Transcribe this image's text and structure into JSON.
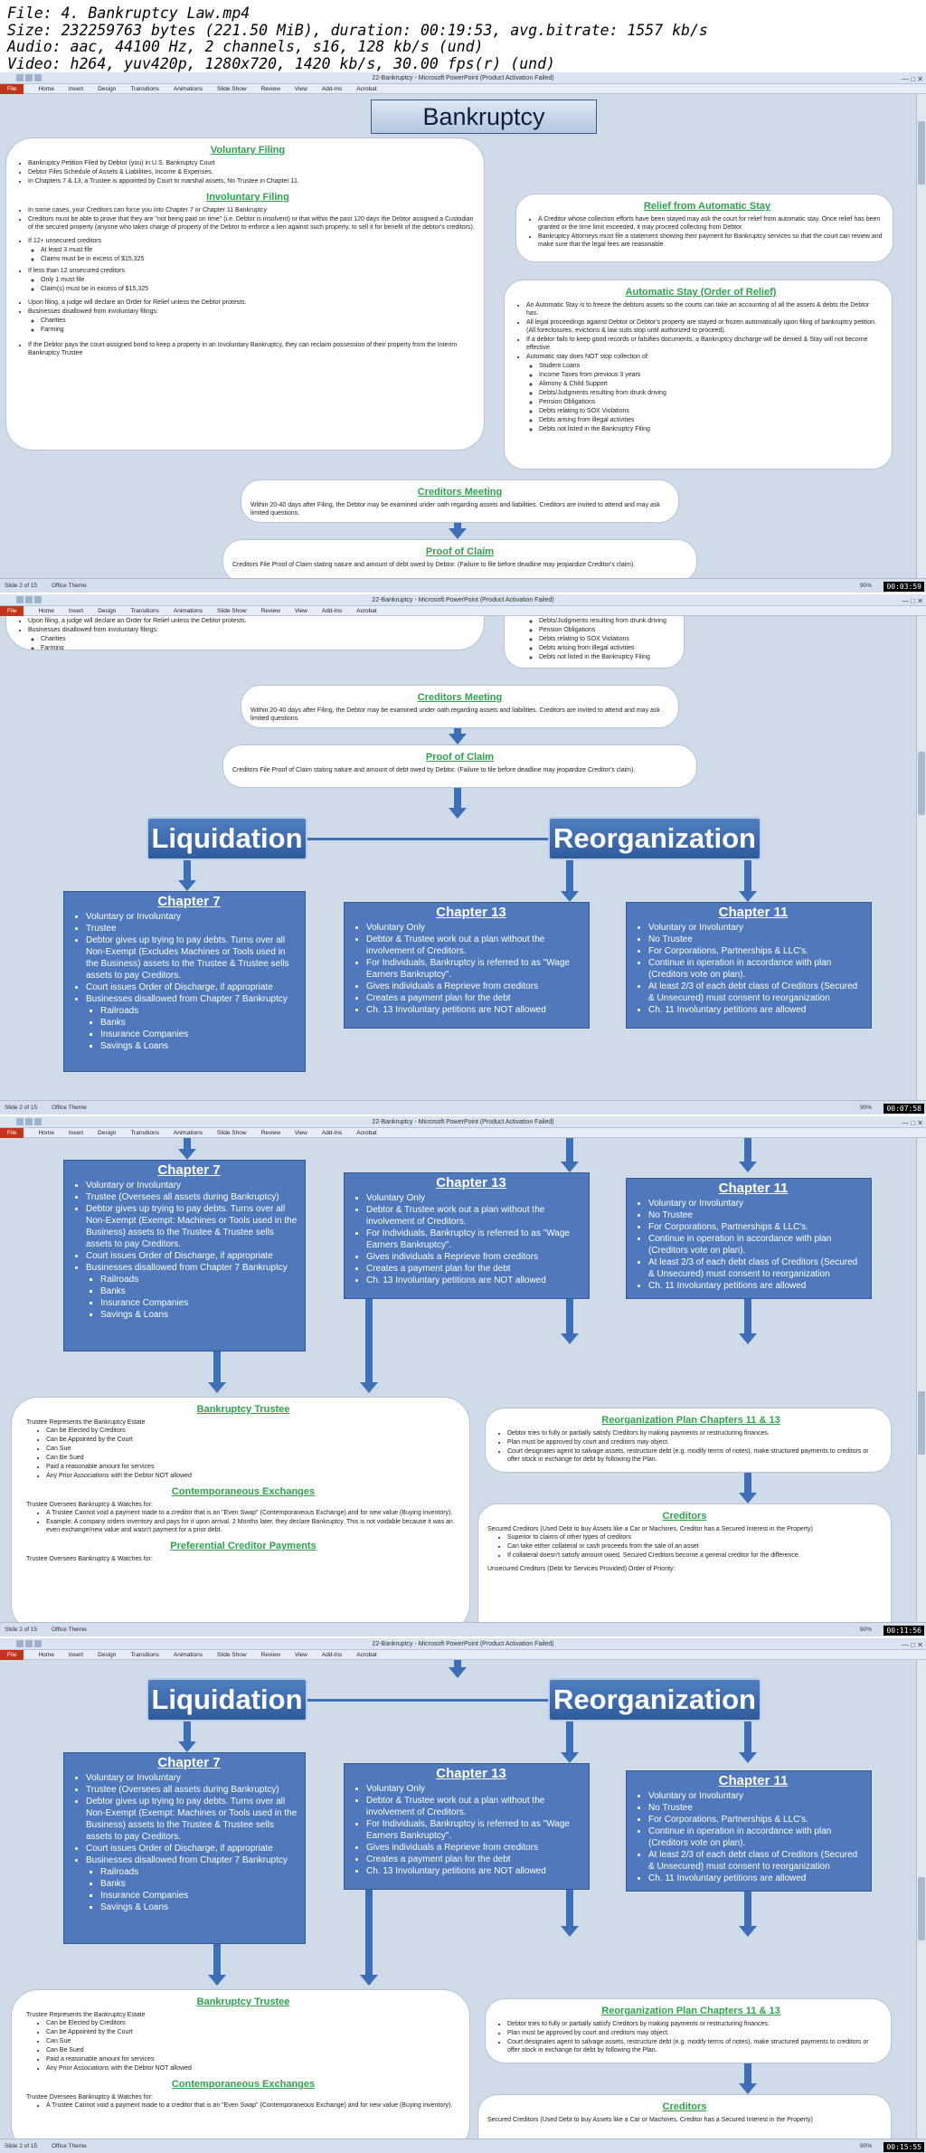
{
  "info": {
    "line1": "File: 4. Bankruptcy Law.mp4",
    "line2": "Size: 232259763 bytes (221.50 MiB), duration: 00:19:53, avg.bitrate: 1557 kb/s",
    "line3": "Audio: aac, 44100 Hz, 2 channels, s16, 128 kb/s (und)",
    "line4": "Video: h264, yuv420p, 1280x720, 1420 kb/s, 30.00 fps(r) (und)"
  },
  "app": {
    "window_title": "22-Bankruptcy - Microsoft PowerPoint (Product Activation Failed)",
    "tabs": [
      "File",
      "Home",
      "Insert",
      "Design",
      "Transitions",
      "Animations",
      "Slide Show",
      "Review",
      "View",
      "Add-Ins",
      "Acrobat"
    ],
    "theme": "Office Theme",
    "zoom": "90%"
  },
  "frames": [
    {
      "slide_label": "Slide 2 of 15",
      "timestamp": "00:03:59"
    },
    {
      "slide_label": "Slide 2 of 15",
      "timestamp": "00:07:58"
    },
    {
      "slide_label": "Slide 2 of 15",
      "timestamp": "00:11:56"
    },
    {
      "slide_label": "Slide 2 of 15",
      "timestamp": "00:15:55"
    }
  ],
  "slide": {
    "title": "Bankruptcy",
    "voluntary": {
      "heading": "Voluntary Filing",
      "items": [
        "Bankruptcy Petition Filed by Debtor (you) in U.S. Bankruptcy Court",
        "Debtor Files Schedule of Assets & Liabilities, Income & Expenses.",
        "In Chapters 7 & 13, a Trustee is appointed by Court to marshal assets, No Trustee in Chapter 11."
      ]
    },
    "involuntary": {
      "heading": "Involuntary Filing",
      "items": [
        "In some cases, your Creditors can force you into Chapter 7 or Chapter 11 Bankruptcy",
        "Creditors must be able to prove that they are \"not being paid on time\" (i.e. Debtor is insolvent) or that within the past 120 days the Debtor assigned a Custodian of the secured property (anyone who takes charge of property of the Debtor to enforce a lien against such property, to sell it for benefit of the debtor's creditors)."
      ],
      "rule12": "If 12+ unsecured creditors",
      "rule12_sub": [
        "At least 3 must file",
        "Claims must be in excess of $15,325"
      ],
      "ruleless": "If less than 12 unsecured creditors",
      "ruleless_sub": [
        "Only 1 must file",
        "Claim(s) must be in excess of $15,325"
      ],
      "order": "Upon filing, a judge will declare an Order for Relief unless the Debtor protests.",
      "disallowed": "Businesses disallowed from involuntary filings:",
      "disallowed_sub": [
        "Charities",
        "Farming"
      ],
      "bond": "If the Debtor pays the court-assigned bond to keep a property in an Involuntary Bankruptcy, they can reclaim possession of their property from the Interim Bankruptcy Trustee"
    },
    "relief": {
      "heading": "Relief from Automatic Stay",
      "items": [
        "A Creditor whose collection efforts have been stayed may ask the court for relief from automatic stay. Once relief has been granted or the time limit exceeded, it may proceed collecting from Debtor.",
        "Bankruptcy Attorneys must file a statement showing their payment for Bankruptcy services so that the court can review and make sure that the legal fees are reasonable."
      ]
    },
    "stay": {
      "heading": "Automatic Stay (Order of Relief)",
      "items": [
        "An Automatic Stay is to freeze the debtors assets so the courts can take an accounting of all the assets & debts the Debtor has.",
        "All legal proceedings against Debtor or Debtor's property are stayed or frozen automatically upon filing of bankruptcy petition. (All foreclosures, evictions & law suits stop until authorized to proceed).",
        "If a debtor fails to keep good records or falsifies documents, a Bankruptcy discharge will be denied & Stay will not become effective.",
        "Automatic stay does NOT stop collection of:"
      ],
      "sub": [
        "Student Loans",
        "Income Taxes from previous 3 years",
        "Alimony & Child Support",
        "Debts/Judgments resulting from drunk driving",
        "Pension Obligations",
        "Debts relating to SOX Violations",
        "Debts arising from illegal activities",
        "Debts not listed in the Bankruptcy Filing"
      ]
    },
    "meeting": {
      "heading": "Creditors Meeting",
      "text": "Within 20-40 days after Filing, the Debtor may be examined under oath regarding assets and liabilities. Creditors are invited to attend and may ask limited questions."
    },
    "proof": {
      "heading": "Proof of Claim",
      "text": "Creditors File Proof of Claim stating nature and amount of debt owed by Debtor. (Failure to file before deadline may jeopardize Creditor's claim)."
    },
    "liquidation": "Liquidation",
    "reorganization": "Reorganization",
    "ch7": {
      "heading": "Chapter 7",
      "items_v1": [
        "Voluntary or Involuntary",
        "Trustee",
        "Debtor gives up trying to pay debts. Turns over all Non-Exempt (Excludes Machines or Tools used in the Business) assets to the Trustee & Trustee sells assets to pay Creditors.",
        "Court issues Order of Discharge, if appropriate",
        "Businesses disallowed from Chapter 7 Bankruptcy"
      ],
      "items_v2": [
        "Voluntary or Involuntary",
        "Trustee (Oversees all assets during Bankruptcy)",
        "Debtor gives up trying to pay debts. Turns over all Non-Exempt (Exempt: Machines or Tools used in the Business) assets to the Trustee & Trustee sells assets to pay Creditors.",
        "Court issues Order of Discharge, if appropriate",
        "Businesses disallowed from Chapter 7 Bankruptcy"
      ],
      "sub": [
        "Railroads",
        "Banks",
        "Insurance Companies",
        "Savings & Loans"
      ]
    },
    "ch13": {
      "heading": "Chapter 13",
      "items": [
        "Voluntary Only",
        "Debtor & Trustee work out a plan without the involvement of Creditors.",
        "For Individuals, Bankruptcy is referred to as \"Wage Earners Bankruptcy\".",
        "Gives individuals a Reprieve from creditors",
        "Creates a payment plan for the debt",
        "Ch. 13 Involuntary petitions are NOT allowed"
      ]
    },
    "ch11": {
      "heading": "Chapter 11",
      "items": [
        "Voluntary or Involuntary",
        "No Trustee",
        "For Corporations, Partnerships & LLC's.",
        "Continue in operation in accordance with plan (Creditors vote on plan).",
        "At least 2/3 of each debt class of Creditors (Secured & Unsecured) must consent to reorganization",
        "Ch. 11 Involuntary petitions are allowed"
      ]
    },
    "trustee": {
      "heading": "Bankruptcy Trustee",
      "intro": "Trustee Represents the Bankruptcy Estate",
      "items": [
        "Can be Elected by Creditors",
        "Can be Appointed by the Court",
        "Can Sue",
        "Can Be Sued",
        "Paid a reasonable amount for services",
        "Any Prior Associations with the Debtor NOT allowed"
      ],
      "cont_heading": "Contemporaneous Exchanges",
      "cont_intro": "Trustee Oversees Bankruptcy & Watches for:",
      "cont_items": [
        "A Trustee Cannot void a payment made to a creditor that is an \"Even Swap\" (Contemporaneous Exchange) and for new value (Buying inventory).",
        "Example: A company orders inventory and pays for it upon arrival. 2 Months later, they declare Bankruptcy. This is not voidable because it was an even exchange/new value and wasn't payment for a prior debt."
      ],
      "pref_heading": "Preferential Creditor Payments",
      "pref_intro": "Trustee Oversees Bankruptcy & Watches for:"
    },
    "reorgplan": {
      "heading": "Reorganization Plan Chapters 11 & 13",
      "items": [
        "Debtor tries to fully or partially satisfy Creditors by making payments or restructuring finances.",
        "Plan must be approved by court and creditors may object.",
        "Court designates agent to salvage assets, restructure debt (e.g. modify terms of notes), make structured payments to creditors or offer stock in exchange for debt by following the Plan."
      ]
    },
    "creditors": {
      "heading": "Creditors",
      "secured": "Secured Creditors (Used Debt to buy Assets like a Car or Machines, Creditor has a Secured Interest in the Property)",
      "secured_sub": [
        "Superior to claims of other types of creditors",
        "Can take either collateral or cash proceeds from the sale of an asset",
        "If collateral doesn't satisfy amount owed, Secured Creditors become a general creditor for the difference."
      ],
      "unsecured": "Unsecured Creditors (Debt for Services Provided) Order of Priority:"
    }
  }
}
